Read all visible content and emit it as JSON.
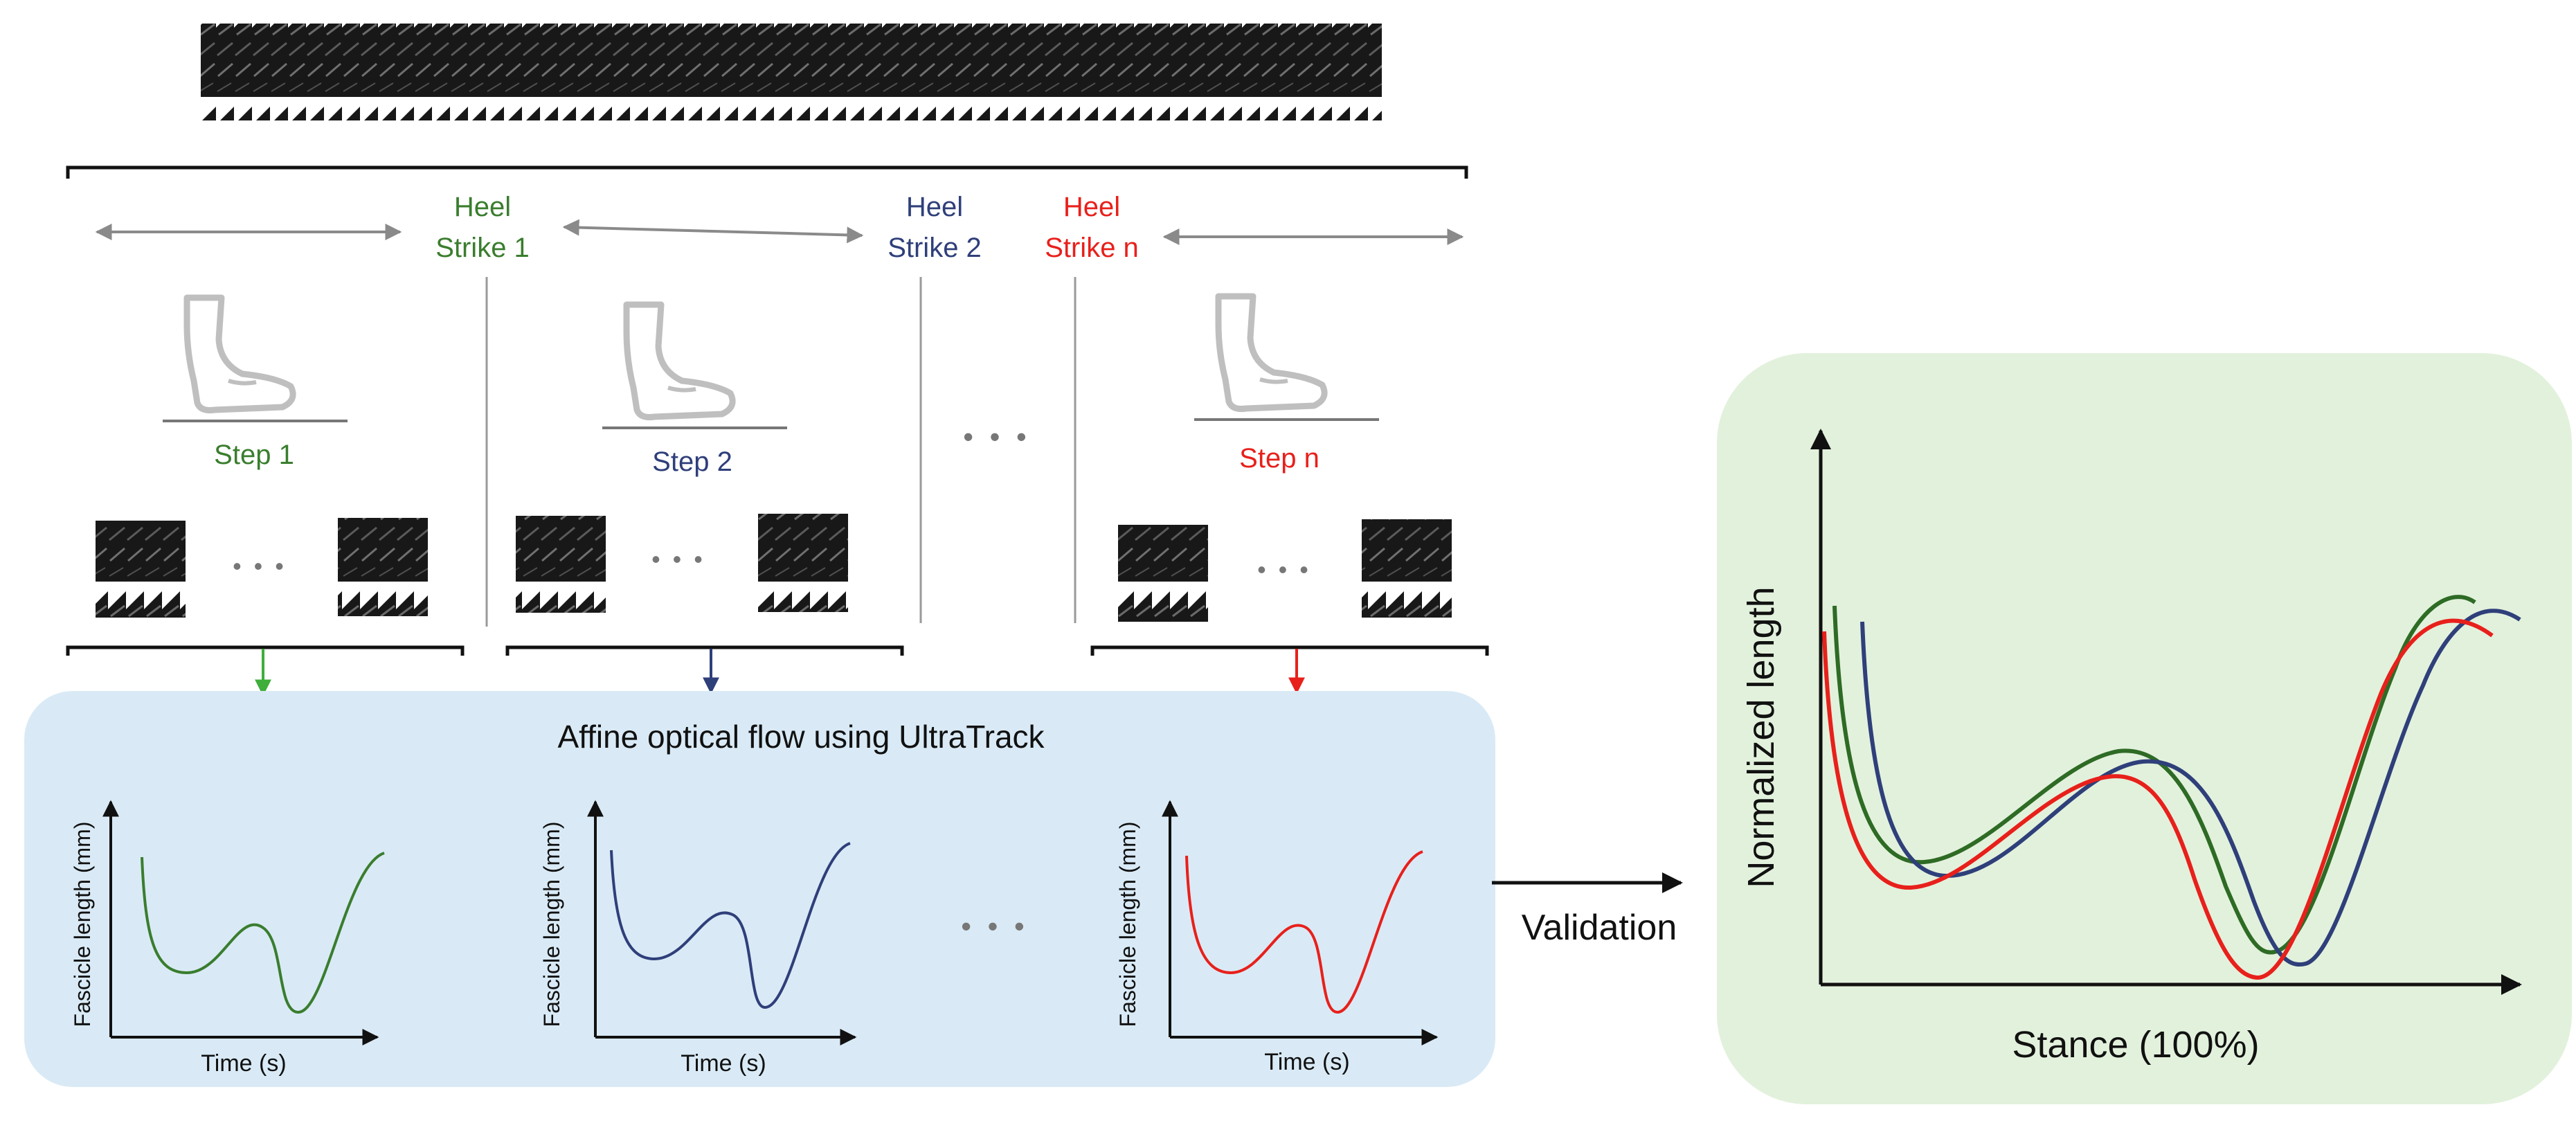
{
  "colors": {
    "step1": "#3a7d2e",
    "step2": "#2f3f7a",
    "stepn": "#e8201b",
    "arrow_green": "#3fae3a",
    "gray": "#8a8a8a",
    "black": "#111111",
    "blue_panel": "#d9eaf6",
    "green_panel": "#e2f1dc",
    "foot": "#bfbfbf"
  },
  "heel_strikes": [
    {
      "line1": "Heel",
      "line2": "Strike 1"
    },
    {
      "line1": "Heel",
      "line2": "Strike 2"
    },
    {
      "line1": "Heel",
      "line2": "Strike n"
    }
  ],
  "steps": [
    {
      "label": "Step 1",
      "ellipsis": "• • •"
    },
    {
      "label": "Step 2",
      "ellipsis": "• • •"
    },
    {
      "label": "Step n",
      "ellipsis": "• • •"
    }
  ],
  "middle_ellipsis": "• • •",
  "panel": {
    "title": "Affine optical flow using UltraTrack",
    "plots": [
      {
        "ylabel": "Fascicle length (mm)",
        "xlabel": "Time (s)"
      },
      {
        "ylabel": "Fascicle length (mm)",
        "xlabel": "Time (s)"
      },
      {
        "ylabel": "Fascicle length (mm)",
        "xlabel": "Time (s)"
      }
    ],
    "ellipsis": "• • •"
  },
  "validation_label": "Validation",
  "result_plot": {
    "ylabel": "Normalized length",
    "xlabel": "Stance (100%)"
  }
}
